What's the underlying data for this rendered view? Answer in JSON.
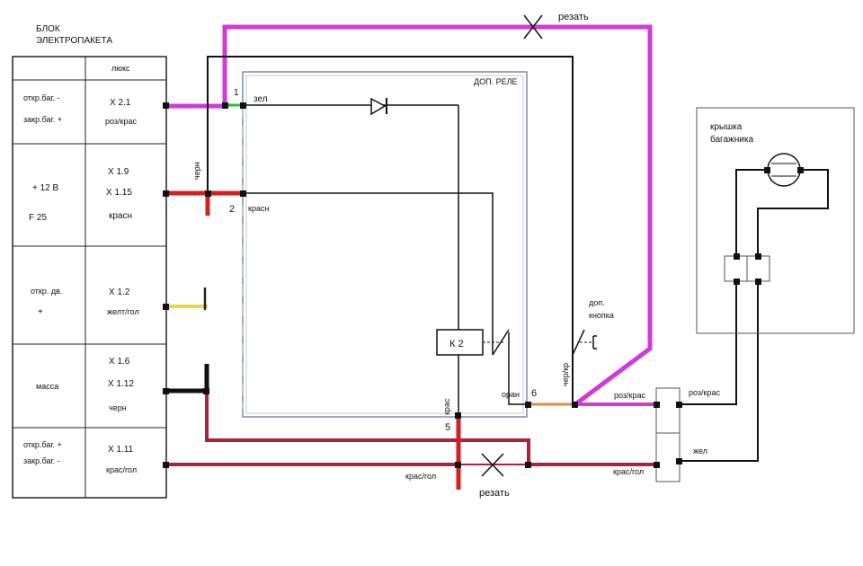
{
  "block": {
    "title_line1": "БЛОК",
    "title_line2": "ЭЛЕКТРОПАКЕТА",
    "header": "люкс",
    "rows": [
      {
        "label_line1": "откр.баг. -",
        "label_line2": "закр.баг. +",
        "pin_line1": "X 2.1",
        "pin_line2": "роз/крас"
      },
      {
        "label_line1": "+ 12 В",
        "label_line2": "F 25",
        "pin_line1": "X 1.9",
        "pin_line2": "X 1.15",
        "pin_line3": "красн"
      },
      {
        "label_line1": "откр. дв.",
        "label_line2": "+",
        "pin_line1": "X 1.2",
        "pin_line2": "желт/гол"
      },
      {
        "label_line1": "масса",
        "pin_line1": "X 1.6",
        "pin_line2": "X 1.12",
        "pin_line3": "черн"
      },
      {
        "label_line1": "откр.баг. +",
        "label_line2": "закр.баг. -",
        "pin_line1": "X 1.11",
        "pin_line2": "крас/гол"
      }
    ]
  },
  "relay": {
    "title": "ДОП. РЕЛЕ",
    "coil_label": "К 2",
    "pin1": "1",
    "pin2": "2",
    "pin5": "5",
    "pin6": "6",
    "wire_zel": "зел",
    "wire_krasn": "красн",
    "wire_kras": "крас",
    "wire_oran": "оран"
  },
  "labels": {
    "cut_top": "резать",
    "cut_bottom": "резать",
    "black_wire": "черн",
    "extra_button_line1": "доп.",
    "extra_button_line2": "кнопка",
    "cher_kr": "чер/кр",
    "ros_kras_1": "роз/крас",
    "ros_kras_2": "роз/крас",
    "zhel": "жел",
    "kras_gol_1": "крас/гол",
    "kras_gol_2": "крас/гол"
  },
  "trunk": {
    "title_line1": "крышка",
    "title_line2": "багажника"
  },
  "colors": {
    "pink": "#d23ad8",
    "red": "#d42020",
    "dark_red": "#b0203a",
    "yellow": "#e8d83a",
    "green": "#2bbf2b",
    "orange": "#e88a3a",
    "black": "#111111",
    "relay_box": "#7b8aa6"
  }
}
